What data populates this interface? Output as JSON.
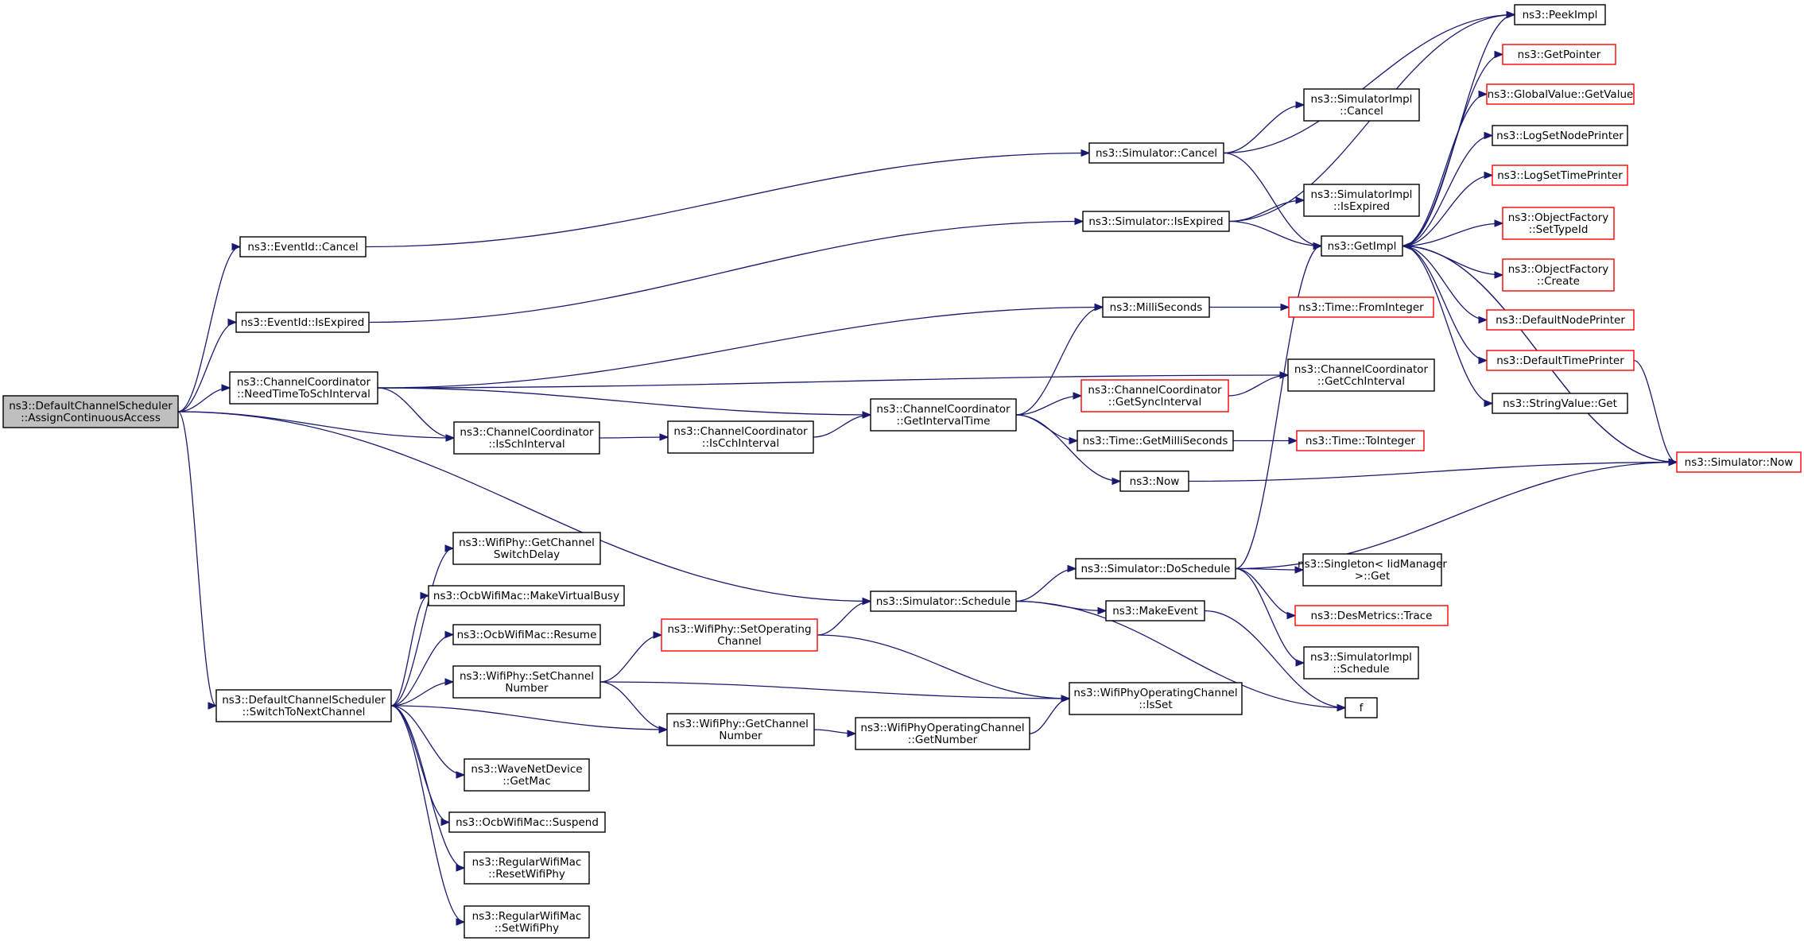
{
  "nodes": [
    {
      "id": "root",
      "lines": [
        "ns3::DefaultChannelScheduler",
        "::AssignContinuousAccess"
      ],
      "style": "root"
    },
    {
      "id": "eventCancel",
      "lines": [
        "ns3::EventId::Cancel"
      ],
      "style": "normal"
    },
    {
      "id": "eventIsExpired",
      "lines": [
        "ns3::EventId::IsExpired"
      ],
      "style": "normal"
    },
    {
      "id": "needTime",
      "lines": [
        "ns3::ChannelCoordinator",
        "::NeedTimeToSchInterval"
      ],
      "style": "normal"
    },
    {
      "id": "isSch",
      "lines": [
        "ns3::ChannelCoordinator",
        "::IsSchInterval"
      ],
      "style": "normal"
    },
    {
      "id": "switchNext",
      "lines": [
        "ns3::DefaultChannelScheduler",
        "::SwitchToNextChannel"
      ],
      "style": "normal"
    },
    {
      "id": "simCancel",
      "lines": [
        "ns3::Simulator::Cancel"
      ],
      "style": "normal"
    },
    {
      "id": "simIsExpired",
      "lines": [
        "ns3::Simulator::IsExpired"
      ],
      "style": "normal"
    },
    {
      "id": "milli",
      "lines": [
        "ns3::MilliSeconds"
      ],
      "style": "normal"
    },
    {
      "id": "getIntervalTime",
      "lines": [
        "ns3::ChannelCoordinator",
        "::GetIntervalTime"
      ],
      "style": "normal"
    },
    {
      "id": "isCch",
      "lines": [
        "ns3::ChannelCoordinator",
        "::IsCchInterval"
      ],
      "style": "normal"
    },
    {
      "id": "simSchedule",
      "lines": [
        "ns3::Simulator::Schedule"
      ],
      "style": "normal"
    },
    {
      "id": "getSwitchDelay",
      "lines": [
        "ns3::WifiPhy::GetChannel",
        "SwitchDelay"
      ],
      "style": "normal"
    },
    {
      "id": "makeVirtualBusy",
      "lines": [
        "ns3::OcbWifiMac::MakeVirtualBusy"
      ],
      "style": "normal"
    },
    {
      "id": "resume",
      "lines": [
        "ns3::OcbWifiMac::Resume"
      ],
      "style": "normal"
    },
    {
      "id": "setChannelNumber",
      "lines": [
        "ns3::WifiPhy::SetChannel",
        "Number"
      ],
      "style": "normal"
    },
    {
      "id": "getMac",
      "lines": [
        "ns3::WaveNetDevice",
        "::GetMac"
      ],
      "style": "normal"
    },
    {
      "id": "suspend",
      "lines": [
        "ns3::OcbWifiMac::Suspend"
      ],
      "style": "normal"
    },
    {
      "id": "resetWifiPhy",
      "lines": [
        "ns3::RegularWifiMac",
        "::ResetWifiPhy"
      ],
      "style": "normal"
    },
    {
      "id": "setWifiPhy",
      "lines": [
        "ns3::RegularWifiMac",
        "::SetWifiPhy"
      ],
      "style": "normal"
    },
    {
      "id": "setOperating",
      "lines": [
        "ns3::WifiPhy::SetOperating",
        "Channel"
      ],
      "style": "red"
    },
    {
      "id": "getChannelNumber",
      "lines": [
        "ns3::WifiPhy::GetChannel",
        "Number"
      ],
      "style": "normal"
    },
    {
      "id": "getNumber",
      "lines": [
        "ns3::WifiPhyOperatingChannel",
        "::GetNumber"
      ],
      "style": "normal"
    },
    {
      "id": "implCancel",
      "lines": [
        "ns3::SimulatorImpl",
        "::Cancel"
      ],
      "style": "normal"
    },
    {
      "id": "implIsExpired",
      "lines": [
        "ns3::SimulatorImpl",
        "::IsExpired"
      ],
      "style": "normal"
    },
    {
      "id": "getImpl",
      "lines": [
        "ns3::GetImpl"
      ],
      "style": "normal"
    },
    {
      "id": "getSync",
      "lines": [
        "ns3::ChannelCoordinator",
        "::GetSyncInterval"
      ],
      "style": "red"
    },
    {
      "id": "getMilliSeconds",
      "lines": [
        "ns3::Time::GetMilliSeconds"
      ],
      "style": "normal"
    },
    {
      "id": "now",
      "lines": [
        "ns3::Now"
      ],
      "style": "normal"
    },
    {
      "id": "doSchedule",
      "lines": [
        "ns3::Simulator::DoSchedule"
      ],
      "style": "normal"
    },
    {
      "id": "makeEvent",
      "lines": [
        "ns3::MakeEvent"
      ],
      "style": "normal"
    },
    {
      "id": "isSet",
      "lines": [
        "ns3::WifiPhyOperatingChannel",
        "::IsSet"
      ],
      "style": "normal"
    },
    {
      "id": "fromInteger",
      "lines": [
        "ns3::Time::FromInteger"
      ],
      "style": "red"
    },
    {
      "id": "getCch",
      "lines": [
        "ns3::ChannelCoordinator",
        "::GetCchInterval"
      ],
      "style": "normal"
    },
    {
      "id": "toInteger",
      "lines": [
        "ns3::Time::ToInteger"
      ],
      "style": "red"
    },
    {
      "id": "singletonGet",
      "lines": [
        "ns3::Singleton< IidManager",
        " >::Get"
      ],
      "style": "normal"
    },
    {
      "id": "desTrace",
      "lines": [
        "ns3::DesMetrics::Trace"
      ],
      "style": "red"
    },
    {
      "id": "implSchedule",
      "lines": [
        "ns3::SimulatorImpl",
        "::Schedule"
      ],
      "style": "normal"
    },
    {
      "id": "f",
      "lines": [
        "f"
      ],
      "style": "normal"
    },
    {
      "id": "peekImpl",
      "lines": [
        "ns3::PeekImpl"
      ],
      "style": "normal"
    },
    {
      "id": "getPointer",
      "lines": [
        "ns3::GetPointer"
      ],
      "style": "red"
    },
    {
      "id": "globalGetValue",
      "lines": [
        "ns3::GlobalValue::GetValue"
      ],
      "style": "red"
    },
    {
      "id": "logSetNode",
      "lines": [
        "ns3::LogSetNodePrinter"
      ],
      "style": "normal"
    },
    {
      "id": "logSetTime",
      "lines": [
        "ns3::LogSetTimePrinter"
      ],
      "style": "red"
    },
    {
      "id": "ofSetTypeId",
      "lines": [
        "ns3::ObjectFactory",
        "::SetTypeId"
      ],
      "style": "red"
    },
    {
      "id": "ofCreate",
      "lines": [
        "ns3::ObjectFactory",
        "::Create"
      ],
      "style": "red"
    },
    {
      "id": "defaultNode",
      "lines": [
        "ns3::DefaultNodePrinter"
      ],
      "style": "red"
    },
    {
      "id": "defaultTime",
      "lines": [
        "ns3::DefaultTimePrinter"
      ],
      "style": "red"
    },
    {
      "id": "stringValueGet",
      "lines": [
        "ns3::StringValue::Get"
      ],
      "style": "normal"
    },
    {
      "id": "simNow",
      "lines": [
        "ns3::Simulator::Now"
      ],
      "style": "red"
    }
  ],
  "edges": [
    [
      "root",
      "eventCancel"
    ],
    [
      "root",
      "eventIsExpired"
    ],
    [
      "root",
      "needTime"
    ],
    [
      "root",
      "isSch"
    ],
    [
      "root",
      "simSchedule"
    ],
    [
      "root",
      "switchNext"
    ],
    [
      "eventCancel",
      "simCancel"
    ],
    [
      "eventIsExpired",
      "simIsExpired"
    ],
    [
      "needTime",
      "milli"
    ],
    [
      "needTime",
      "getCch"
    ],
    [
      "needTime",
      "getIntervalTime"
    ],
    [
      "needTime",
      "isSch"
    ],
    [
      "isSch",
      "isCch"
    ],
    [
      "isCch",
      "getIntervalTime"
    ],
    [
      "getIntervalTime",
      "milli"
    ],
    [
      "getIntervalTime",
      "getSync"
    ],
    [
      "getIntervalTime",
      "getMilliSeconds"
    ],
    [
      "getIntervalTime",
      "now"
    ],
    [
      "getSync",
      "getCch"
    ],
    [
      "milli",
      "fromInteger"
    ],
    [
      "getMilliSeconds",
      "toInteger"
    ],
    [
      "now",
      "simNow"
    ],
    [
      "simCancel",
      "peekImpl"
    ],
    [
      "simCancel",
      "implCancel"
    ],
    [
      "simCancel",
      "getImpl"
    ],
    [
      "simIsExpired",
      "peekImpl"
    ],
    [
      "simIsExpired",
      "implIsExpired"
    ],
    [
      "simIsExpired",
      "getImpl"
    ],
    [
      "getImpl",
      "peekImpl"
    ],
    [
      "getImpl",
      "getPointer"
    ],
    [
      "getImpl",
      "globalGetValue"
    ],
    [
      "getImpl",
      "logSetNode"
    ],
    [
      "getImpl",
      "logSetTime"
    ],
    [
      "getImpl",
      "ofSetTypeId"
    ],
    [
      "getImpl",
      "ofCreate"
    ],
    [
      "getImpl",
      "defaultNode"
    ],
    [
      "getImpl",
      "defaultTime"
    ],
    [
      "getImpl",
      "stringValueGet"
    ],
    [
      "getImpl",
      "simNow"
    ],
    [
      "simNow",
      "getImpl"
    ],
    [
      "defaultTime",
      "simNow"
    ],
    [
      "switchNext",
      "getSwitchDelay"
    ],
    [
      "switchNext",
      "makeVirtualBusy"
    ],
    [
      "switchNext",
      "resume"
    ],
    [
      "switchNext",
      "setChannelNumber"
    ],
    [
      "switchNext",
      "getChannelNumber"
    ],
    [
      "switchNext",
      "getMac"
    ],
    [
      "switchNext",
      "suspend"
    ],
    [
      "switchNext",
      "resetWifiPhy"
    ],
    [
      "switchNext",
      "setWifiPhy"
    ],
    [
      "setChannelNumber",
      "setOperating"
    ],
    [
      "setChannelNumber",
      "isSet"
    ],
    [
      "setChannelNumber",
      "getChannelNumber"
    ],
    [
      "setOperating",
      "simSchedule"
    ],
    [
      "setOperating",
      "isSet"
    ],
    [
      "getChannelNumber",
      "getNumber"
    ],
    [
      "getNumber",
      "isSet"
    ],
    [
      "simSchedule",
      "doSchedule"
    ],
    [
      "simSchedule",
      "makeEvent"
    ],
    [
      "simSchedule",
      "f"
    ],
    [
      "doSchedule",
      "getImpl"
    ],
    [
      "doSchedule",
      "simNow"
    ],
    [
      "doSchedule",
      "singletonGet"
    ],
    [
      "doSchedule",
      "desTrace"
    ],
    [
      "doSchedule",
      "implSchedule"
    ],
    [
      "makeEvent",
      "f"
    ]
  ]
}
